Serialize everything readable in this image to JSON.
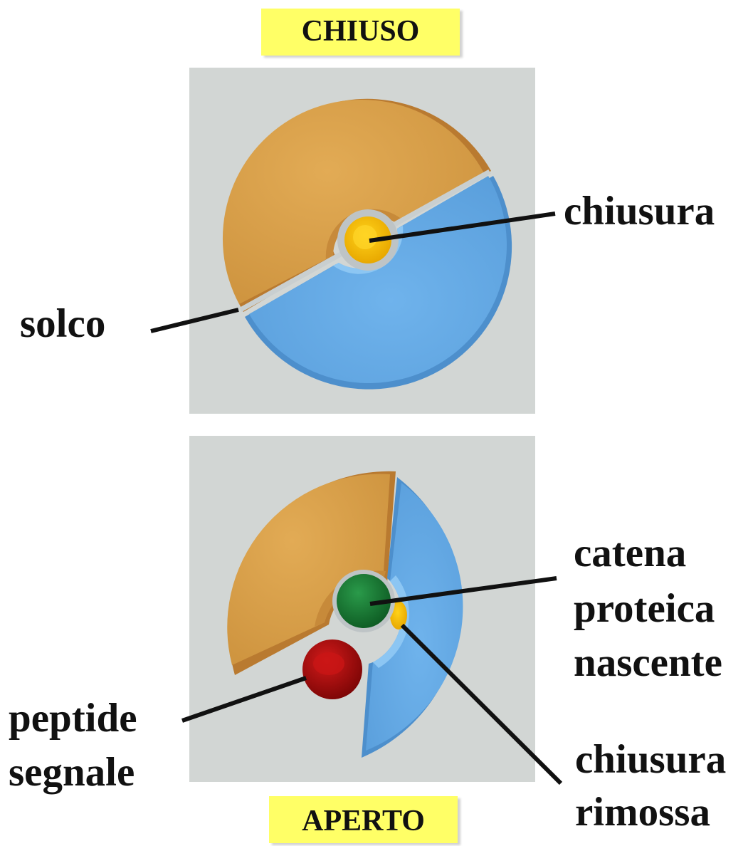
{
  "banners": {
    "closed": "CHIUSO",
    "open": "APERTO"
  },
  "labels": {
    "lock": "chiusura",
    "groove": "solco",
    "nascent_chain": [
      "catena",
      "proteica",
      "nascente"
    ],
    "signal_peptide": [
      "peptide",
      "segnale"
    ],
    "lock_removed": [
      "chiusura",
      "rimossa"
    ]
  },
  "colors": {
    "orange_subunit": "#d9a04a",
    "blue_subunit": "#63a9e4",
    "lock": "#f5c40f",
    "nascent_chain": "#1a7a35",
    "signal_peptide": "#b51010",
    "background_panel": "#d2d6d4",
    "banner": "#ffff66"
  }
}
